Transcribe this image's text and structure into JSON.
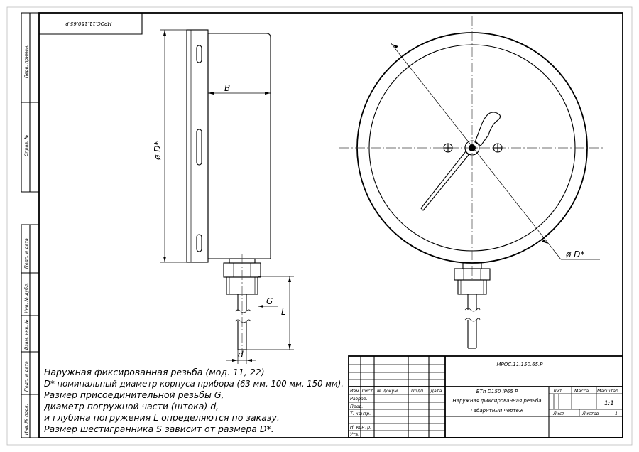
{
  "stamp": {
    "designation": "МРОС.11.150.65.Р",
    "name_line1": "БТп  D150  IP65  Р",
    "name_line2": "Наружная фиксированная резьба",
    "doc_type": "Габаритный чертеж",
    "col_izm": "Изм",
    "col_list": "Лист",
    "col_doc": "№  докум.",
    "col_sign": "Подп.",
    "col_date": "Дата",
    "row_razrab": "Разраб.",
    "row_prov": "Пров.",
    "row_tkontr": "Т. контр.",
    "row_nkontr": "Н. контр.",
    "row_utv": "Утв.",
    "lit": "Лит.",
    "massa": "Масса",
    "masshtab": "Масштаб",
    "scale": "1:1",
    "sheet_label": "Лист",
    "sheets_label": "Листов",
    "sheets_count": "1"
  },
  "corner_code": "МРОС.11.150.65.Р",
  "margin": {
    "perv": "Перв. примен.",
    "sprav": "Справ. №",
    "podp_data_1": "Подп. и дата",
    "inv_dubl": "Инв. № дубл.",
    "vzam_inv": "Взам. инв. №",
    "podp_data_2": "Подп. и дата",
    "inv_podl": "Инв. № подл."
  },
  "dims": {
    "b": "B",
    "dia_left": "ø  D*",
    "dia_right": "ø  D*",
    "g": "G",
    "l": "L",
    "d": "d"
  },
  "notes": [
    "Наружная фиксированная резьба  (мод. 11, 22)",
    "D*  номинальный диаметр корпуса прибора (63 мм, 100 мм, 150 мм).",
    "Размер присоединительной резьбы  G,",
    "диаметр погружной части  (штока) d,",
    "и глубина погружения  L  определяются по заказу.",
    "Размер шестигранника  S  зависит от размера  D*."
  ]
}
